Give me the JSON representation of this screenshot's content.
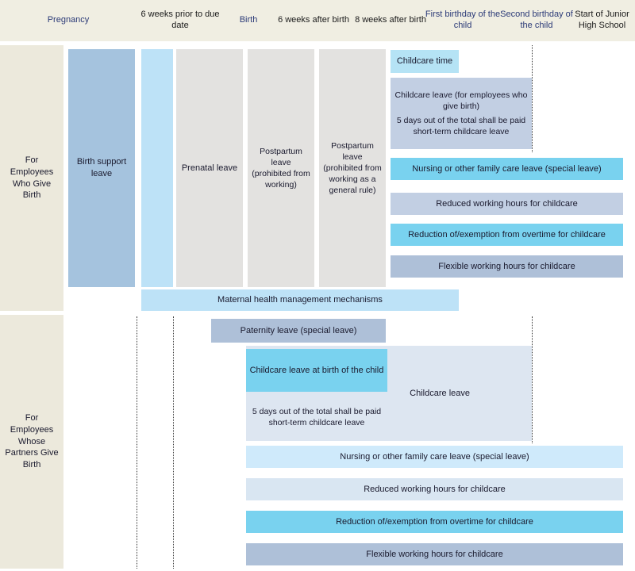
{
  "header": {
    "milestones": [
      {
        "label": "Pregnancy",
        "style": "blue"
      },
      {
        "label": "6 weeks prior to due date",
        "style": "dark"
      },
      {
        "label": "Birth",
        "style": "blue"
      },
      {
        "label": "6 weeks after birth",
        "style": "dark"
      },
      {
        "label": "8 weeks after birth",
        "style": "dark"
      },
      {
        "label": "First birthday of the child",
        "style": "blue"
      },
      {
        "label": "Second birthday of the child",
        "style": "blue"
      },
      {
        "label": "Start of Junior High School",
        "style": "dark"
      }
    ]
  },
  "rows": [
    {
      "label": "For Employees Who Give Birth"
    },
    {
      "label": "For Employees Whose Partners Give Birth"
    }
  ],
  "row1": {
    "birth_support_leave": "Birth support leave",
    "prenatal_leave": "Prenatal leave",
    "postpartum_leave_prohibited": "Postpartum leave (prohibited from working)",
    "postpartum_leave_general": "Postpartum leave (prohibited from working as a general rule)",
    "childcare_time": "Childcare time",
    "childcare_leave_birth": "Childcare leave (for employees who give birth)",
    "childcare_leave_birth_note": "5 days out of the total shall be paid short-term childcare leave",
    "nursing_leave": "Nursing or other family care leave (special leave)",
    "reduced_hours": "Reduced working hours for childcare",
    "overtime_reduction": "Reduction of/exemption from overtime for childcare",
    "flexible_hours": "Flexible working hours for childcare",
    "maternal_health": "Maternal health management mechanisms"
  },
  "row2": {
    "paternity_leave": "Paternity leave (special leave)",
    "childcare_leave": "Childcare leave",
    "childcare_leave_at_birth": "Childcare leave at birth of the child",
    "childcare_leave_note": "5 days out of the total shall be paid short-term childcare leave",
    "nursing_leave": "Nursing or other family care leave (special leave)",
    "reduced_hours": "Reduced working hours for childcare",
    "overtime_reduction": "Reduction of/exemption from overtime for childcare",
    "flexible_hours": "Flexible working hours for childcare"
  },
  "colors": {
    "header_band": "#f0eee2",
    "header_text_blue": "#2b3a77",
    "row_label_bg": "#ece9dc",
    "steel_blue": "#a5c3de",
    "pale_blue": "#bde2f7",
    "neutral_gray": "#e3e2e0",
    "light_cyan": "#b5e3f5",
    "gray_blue": "#c2cfe3",
    "bright_cyan": "#79d2ef",
    "dust_blue": "#aec0d8",
    "very_pale": "#dde6f1"
  }
}
